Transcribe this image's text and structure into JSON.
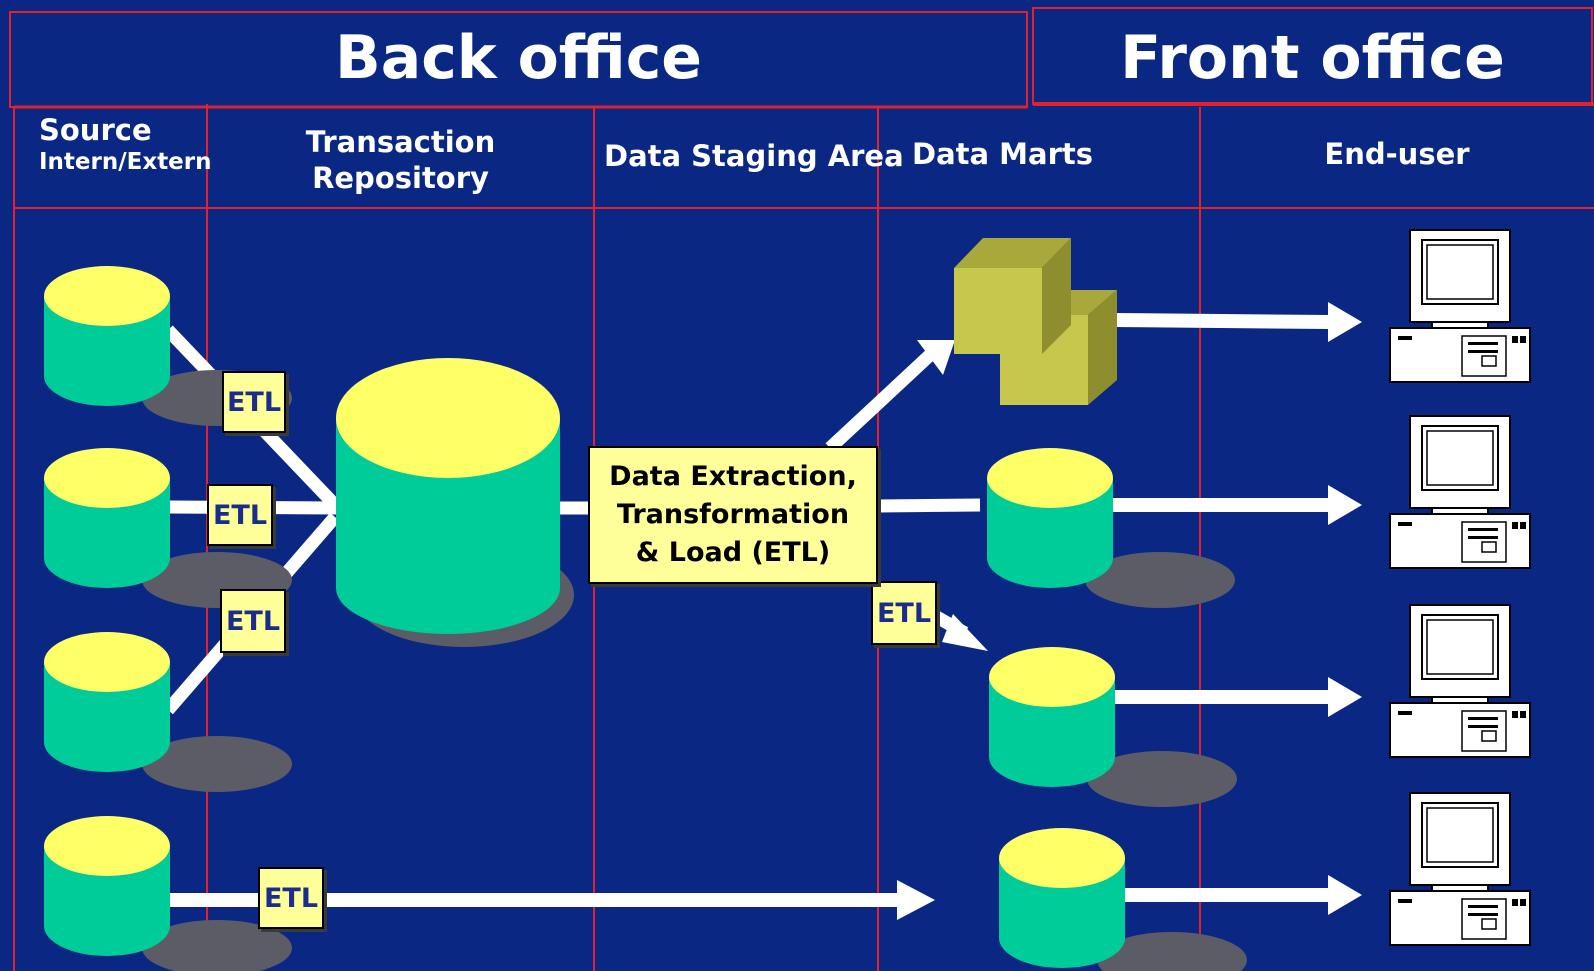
{
  "sections": {
    "back_office": "Back office",
    "front_office": "Front office"
  },
  "columns": {
    "source_title": "Source",
    "source_subtitle": "Intern/Extern",
    "transaction_line1": "Transaction",
    "transaction_line2": "Repository",
    "staging": "Data Staging Area",
    "marts": "Data Marts",
    "enduser": "End-user"
  },
  "etl_labels": {
    "tag1": "ETL",
    "tag2": "ETL",
    "tag3": "ETL",
    "tag4": "ETL",
    "tag5": "ETL"
  },
  "etl_process": {
    "line1": "Data Extraction,",
    "line2": "Transformation",
    "line3": "& Load (ETL)"
  },
  "colors": {
    "background": "#0A2883",
    "divider": "#E3202B",
    "cylinder_top": "#FFFF66",
    "cylinder_body": "#00CC99",
    "cube": "#C7C74E",
    "label_fill": "#FFFF99",
    "arrow": "#FFFFFF"
  },
  "icons": [
    "database-cylinder-icon",
    "olap-cube-icon",
    "desktop-computer-icon"
  ]
}
